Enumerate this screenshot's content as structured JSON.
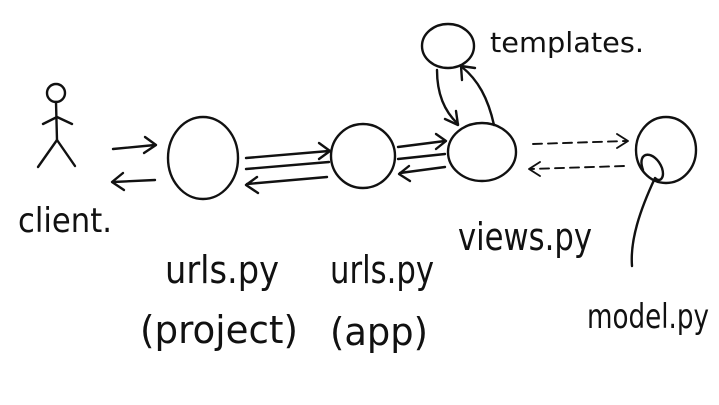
{
  "diagram": {
    "nodes": {
      "client": {
        "label": "client."
      },
      "urls_project": {
        "label": "urls.py",
        "sublabel": "(project)"
      },
      "urls_app": {
        "label": "urls.py",
        "sublabel": "(app)"
      },
      "views": {
        "label": "views.py"
      },
      "templates": {
        "label": "templates."
      },
      "model": {
        "label": "model.py"
      }
    },
    "edges": [
      {
        "from": "client",
        "to": "urls_project",
        "style": "solid",
        "direction": "both"
      },
      {
        "from": "urls_project",
        "to": "urls_app",
        "style": "solid",
        "direction": "both"
      },
      {
        "from": "urls_app",
        "to": "views",
        "style": "solid",
        "direction": "both"
      },
      {
        "from": "views",
        "to": "templates",
        "style": "solid",
        "direction": "both"
      },
      {
        "from": "views",
        "to": "model",
        "style": "dashed",
        "direction": "both"
      }
    ]
  }
}
